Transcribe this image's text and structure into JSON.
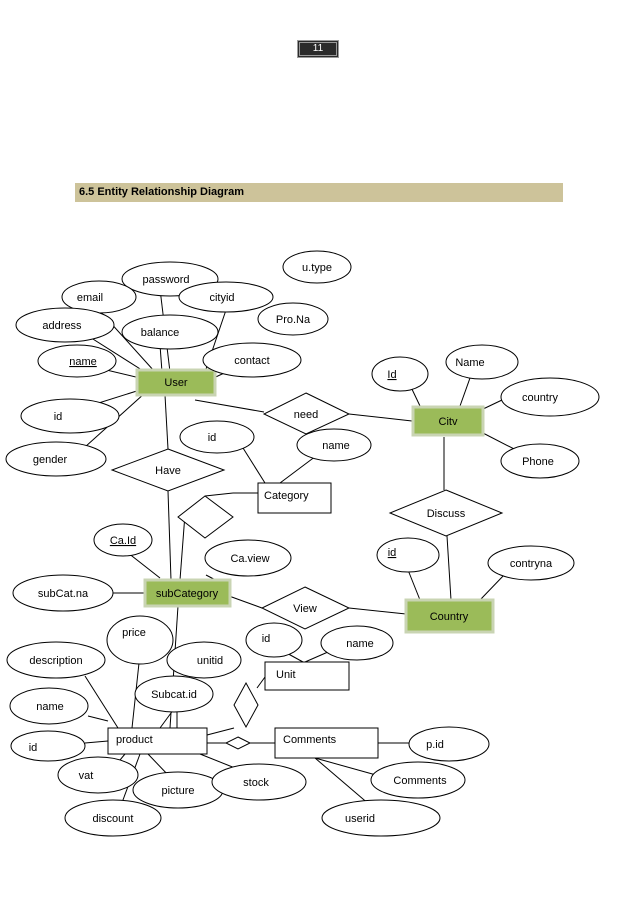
{
  "page_number": "11",
  "heading": "6.5 Entity Relationship Diagram",
  "colors": {
    "entity_green": "#9bbb59",
    "heading_band": "#cdc39a",
    "page_badge": "#2b2b2b"
  },
  "entities": {
    "user": "User",
    "city": "Citv",
    "category": "Category",
    "subcategory": "subCategory",
    "country": "Country",
    "unit": "Unit",
    "product": "product",
    "comments": "Comments"
  },
  "relationships": {
    "need": "need",
    "have": "Have",
    "discuss": "Discuss",
    "view": "View"
  },
  "attributes": {
    "u_type": "u.type",
    "password": "password",
    "email": "email",
    "cityid": "cityid",
    "address": "address",
    "balance": "balance",
    "pro_na": "Pro.Na",
    "user_name": "name",
    "contact": "contact",
    "user_id": "id",
    "gender": "gender",
    "city_id": "Id",
    "city_name": "Name",
    "city_country": "country",
    "city_phone": "Phone",
    "category_id": "id",
    "category_name": "name",
    "ca_id": "Ca.Id",
    "ca_view": "Ca.view",
    "subcat_na": "subCat.na",
    "country_id": "id",
    "country_contryna": "contryna",
    "unit_id": "id",
    "unit_name": "name",
    "price": "price",
    "description": "description",
    "unitid": "unitid",
    "subcat_id": "Subcat.id",
    "product_name": "name",
    "product_id": "id",
    "vat": "vat",
    "picture": "picture",
    "discount": "discount",
    "stock": "stock",
    "comment_pid": "p.id",
    "comment_text": "Comments",
    "comment_userid": "userid"
  }
}
